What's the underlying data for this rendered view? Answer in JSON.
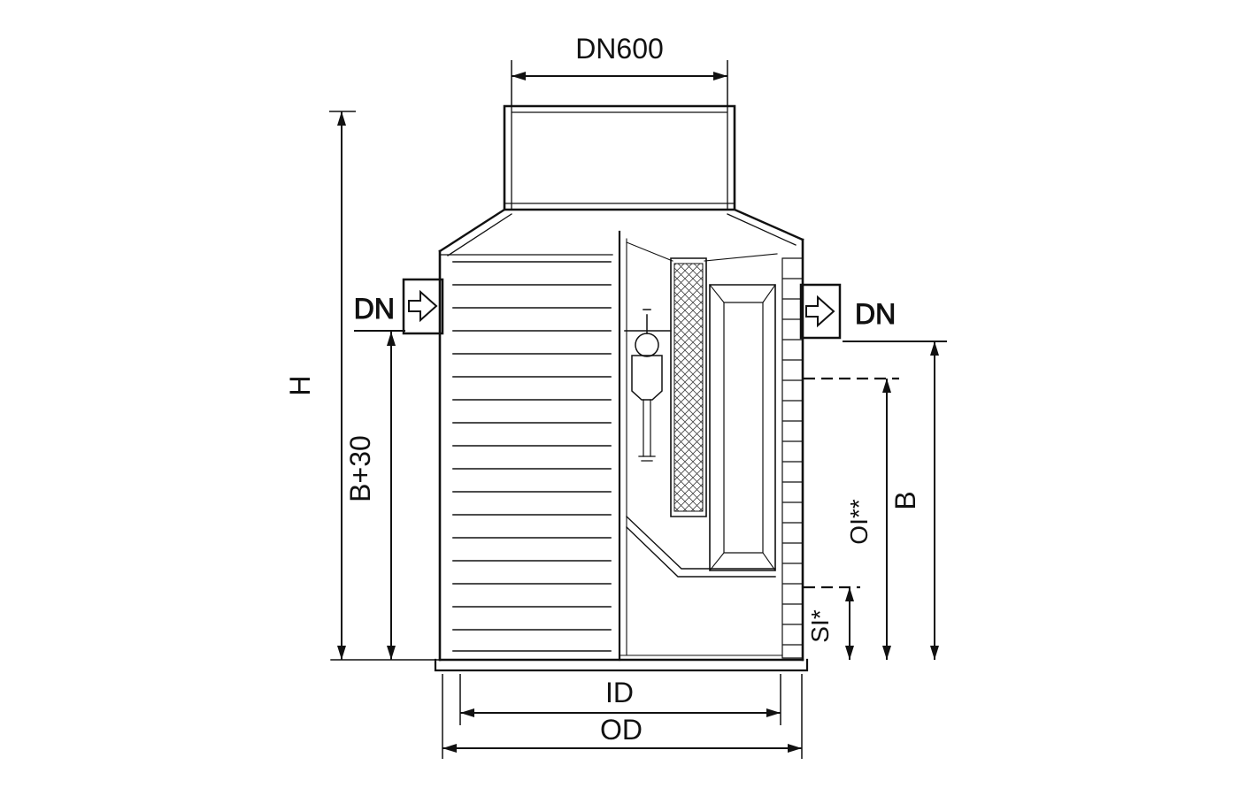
{
  "diagram": {
    "labels": {
      "dn600": "DN600",
      "dn_inlet": "DN",
      "dn_outlet": "DN",
      "h": "H",
      "b30": "B+30",
      "oi": "OI**",
      "b": "B",
      "si": "SI*",
      "id": "ID",
      "od": "OD"
    },
    "colors": {
      "line": "#111111",
      "background": "#ffffff"
    }
  }
}
